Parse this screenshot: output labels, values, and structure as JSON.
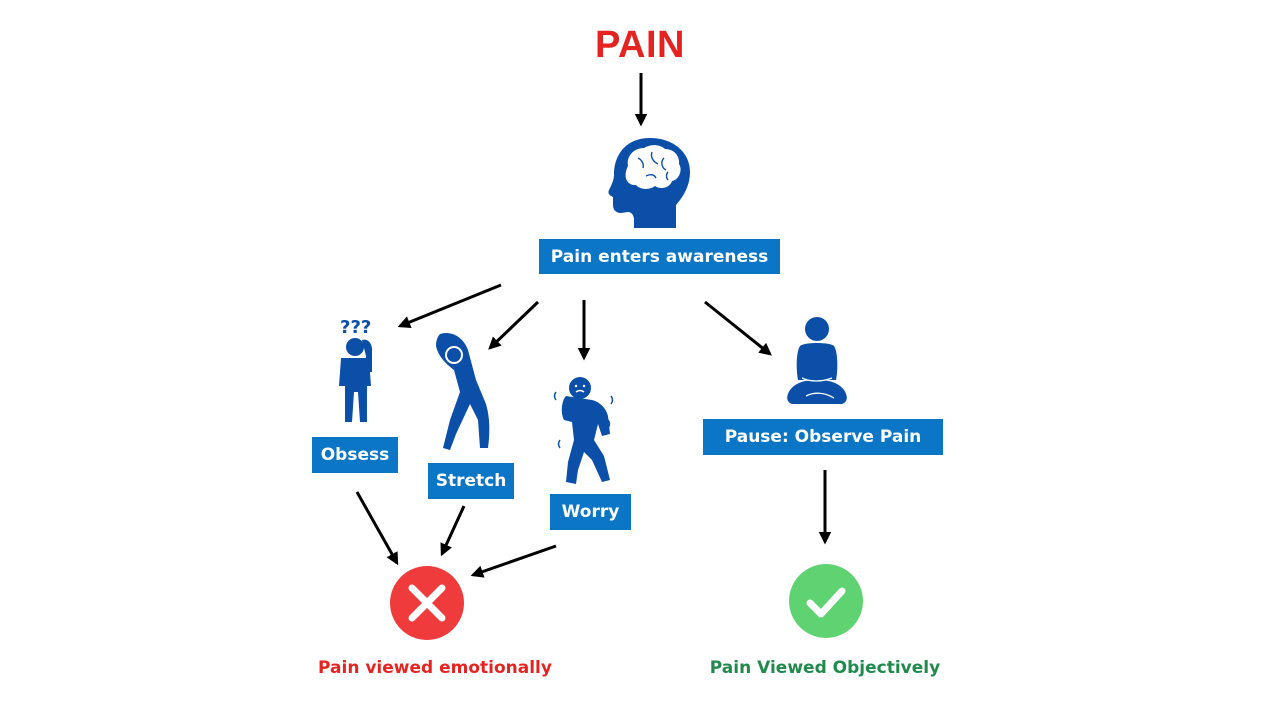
{
  "diagram": {
    "title": "PAIN",
    "colors": {
      "title": "#e52421",
      "box_fill": "#0b76c6",
      "box_text": "#ffffff",
      "icon_blue": "#0b4fa8",
      "negative": "#e52421",
      "negative_circle": "#ef3b3b",
      "positive": "#1f8a4c",
      "positive_circle": "#5fd371",
      "arrow": "#000000"
    },
    "center_node": {
      "label": "Pain enters awareness",
      "icon": "head-brain-icon"
    },
    "reactions": [
      {
        "label": "Obsess",
        "icon": "confused-person-icon"
      },
      {
        "label": "Stretch",
        "icon": "stretching-person-icon"
      },
      {
        "label": "Worry",
        "icon": "scared-person-icon"
      }
    ],
    "mindful_node": {
      "label": "Pause: Observe Pain",
      "icon": "meditating-person-icon"
    },
    "outcomes": {
      "negative": {
        "label": "Pain viewed emotionally",
        "icon": "x-circle-icon"
      },
      "positive": {
        "label": "Pain Viewed Objectively",
        "icon": "check-circle-icon"
      }
    }
  }
}
